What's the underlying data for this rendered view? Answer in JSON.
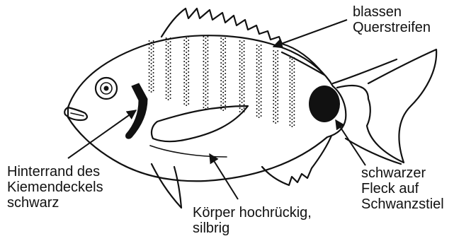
{
  "labels": {
    "stripes": [
      "blassen",
      "Querstreifen"
    ],
    "gill": [
      "Hinterrand des",
      "Kiemendeckels",
      "schwarz"
    ],
    "body": [
      "Körper hochrückig,",
      "silbrig"
    ],
    "tail": [
      "schwarzer",
      "Fleck auf",
      "Schwanzstiel"
    ]
  },
  "colors": {
    "ink": "#111111",
    "background": "#ffffff"
  }
}
